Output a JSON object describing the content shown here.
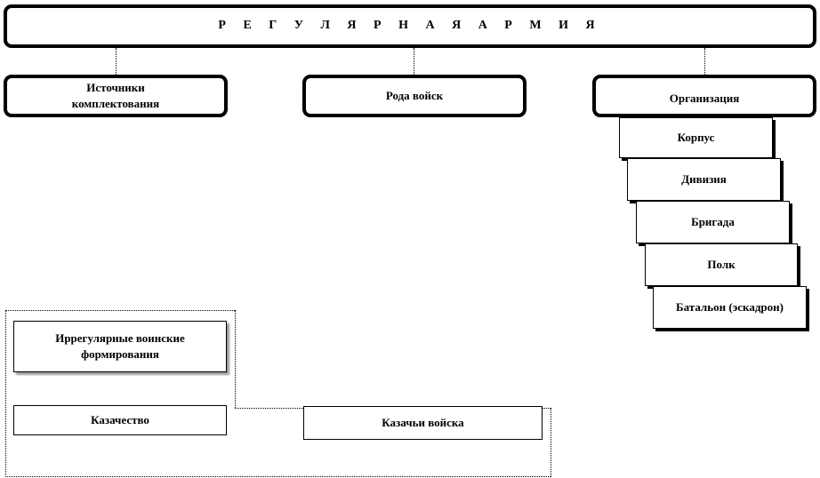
{
  "title": "Р Е Г У Л Я Р Н А Я   А Р М И Я",
  "branches": {
    "sources": "Источники комплектования",
    "arms": "Рода войск",
    "organization": "Организация"
  },
  "units": [
    "Корпус",
    "Дивизия",
    "Бригада",
    "Полк",
    "Батальон (эскадрон)"
  ],
  "irregular": {
    "group": "Иррегулярные воинские формирования",
    "cossackry": "Казачество",
    "cossack_troops": "Казачьи войска"
  }
}
